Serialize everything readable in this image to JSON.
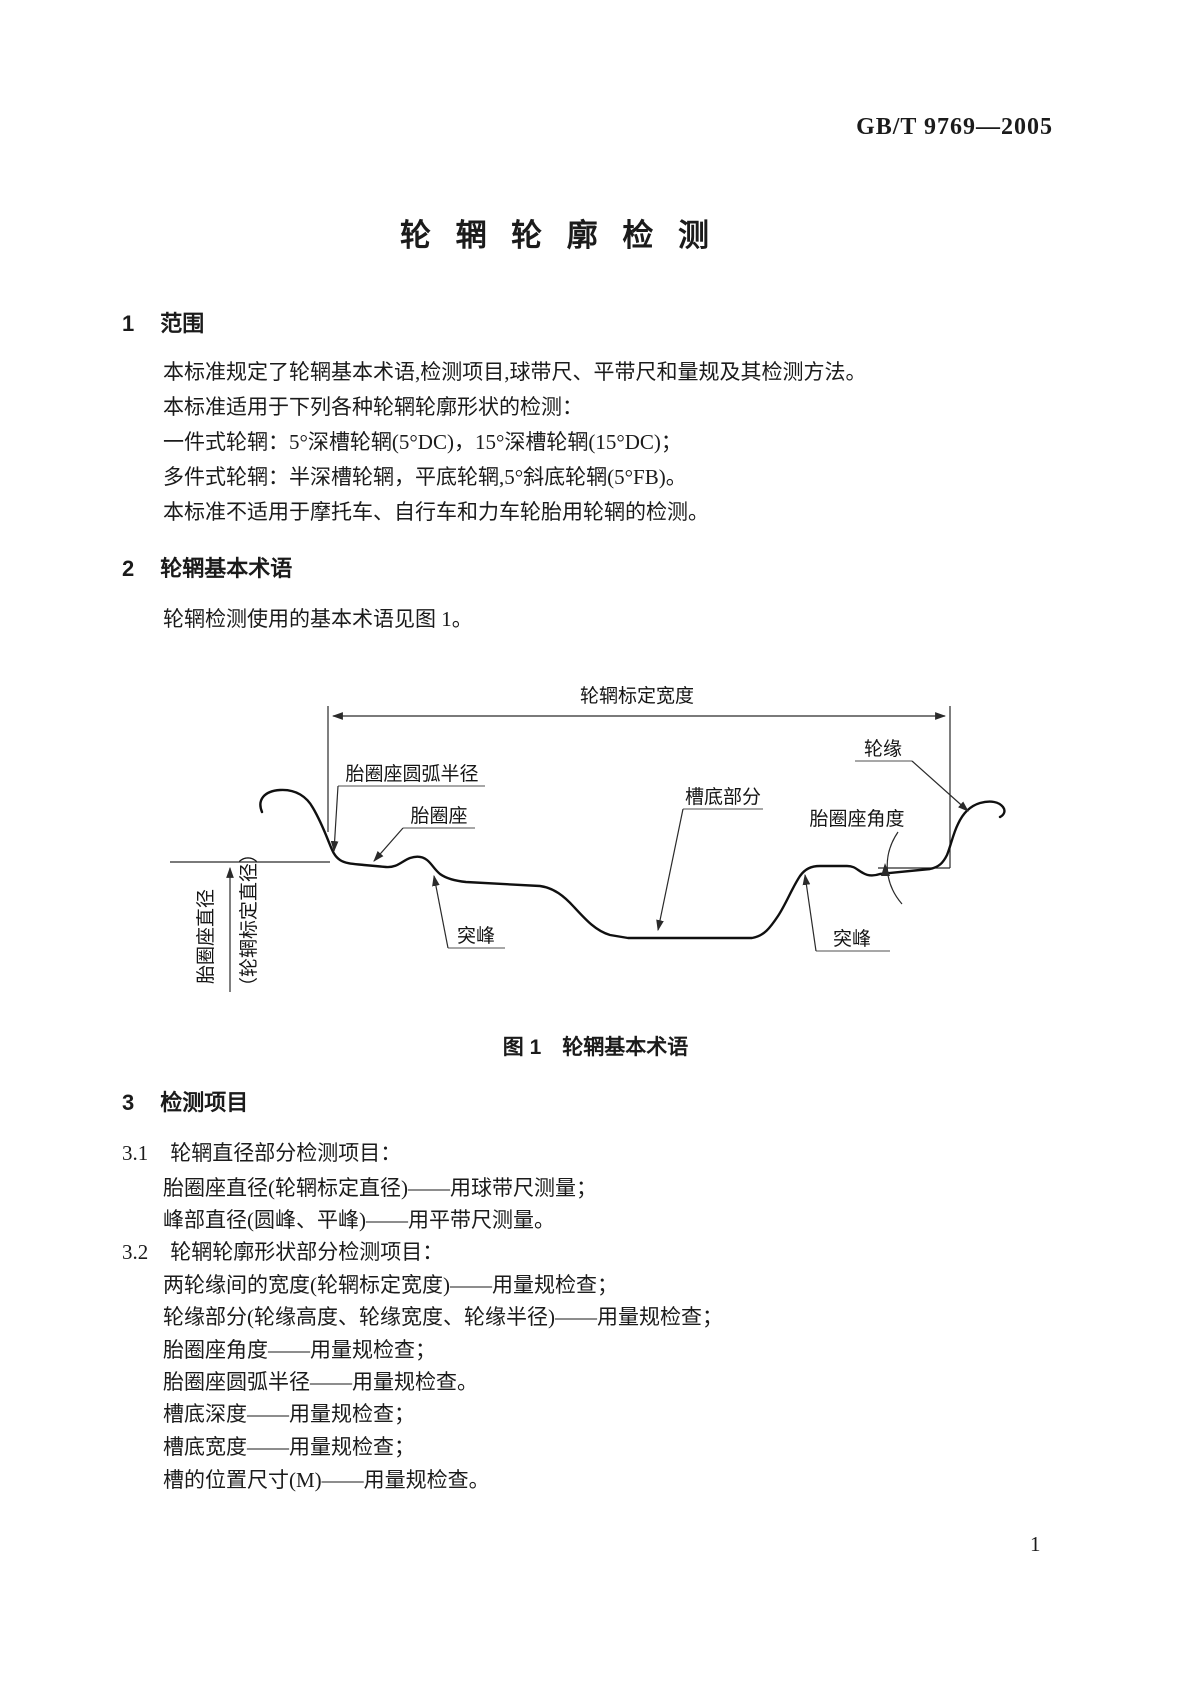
{
  "colors": {
    "background": "#ffffff",
    "text": "#1b1b1b",
    "diagram_line": "#2a2a2a",
    "leader_underline": "#8a8a8a"
  },
  "header": {
    "standard_number": "GB/T 9769—2005"
  },
  "title": "轮 辋 轮 廓 检 测",
  "section1": {
    "number": "1",
    "heading": "范围",
    "lines": [
      "本标准规定了轮辋基本术语,检测项目,球带尺、平带尺和量规及其检测方法。",
      "本标准适用于下列各种轮辋轮廓形状的检测：",
      "一件式轮辋：5°深槽轮辋(5°DC)，15°深槽轮辋(15°DC)；",
      "多件式轮辋：半深槽轮辋，平底轮辋,5°斜底轮辋(5°FB)。",
      "本标准不适用于摩托车、自行车和力车轮胎用轮辋的检测。"
    ]
  },
  "section2": {
    "number": "2",
    "heading": "轮辋基本术语",
    "lines": [
      "轮辋检测使用的基本术语见图 1。"
    ]
  },
  "figure": {
    "caption": "图 1　轮辋基本术语",
    "labels": {
      "rim_width": "轮辋标定宽度",
      "flange": "轮缘",
      "bead_seat_arc_radius": "胎圈座圆弧半径",
      "bead_seat": "胎圈座",
      "well_bottom": "槽底部分",
      "bead_seat_angle": "胎圈座角度",
      "hump_left": "突峰",
      "hump_right": "突峰",
      "bead_seat_diameter": "胎圈座直径",
      "rim_nominal_diameter": "（轮辋标定直径）"
    }
  },
  "section3": {
    "number": "3",
    "heading": "检测项目",
    "sub1": {
      "number": "3.1",
      "heading": "轮辋直径部分检测项目：",
      "items": [
        "胎圈座直径(轮辋标定直径)——用球带尺测量；",
        "峰部直径(圆峰、平峰)——用平带尺测量。"
      ]
    },
    "sub2": {
      "number": "3.2",
      "heading": "轮辋轮廓形状部分检测项目：",
      "items": [
        "两轮缘间的宽度(轮辋标定宽度)——用量规检查；",
        "轮缘部分(轮缘高度、轮缘宽度、轮缘半径)——用量规检查；",
        "胎圈座角度——用量规检查；",
        "胎圈座圆弧半径——用量规检查。",
        "槽底深度——用量规检查；",
        "槽底宽度——用量规检查；",
        "槽的位置尺寸(M)——用量规检查。"
      ]
    }
  },
  "footer": {
    "page_number": "1"
  }
}
